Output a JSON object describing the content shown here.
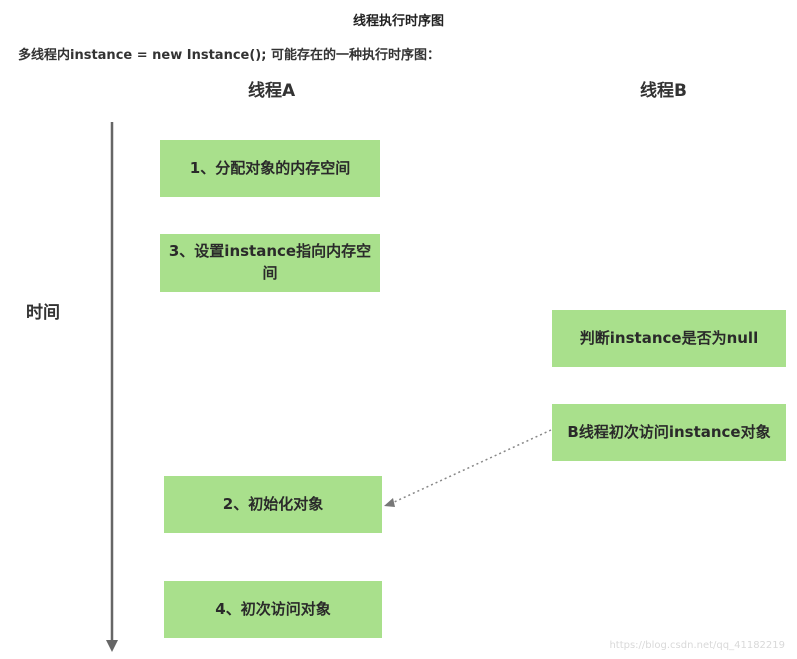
{
  "diagram": {
    "title": "线程执行时序图",
    "subtitle": "多线程内instance = new Instance(); 可能存在的一种执行时序图：",
    "columns": {
      "thread_a": "线程A",
      "thread_b": "线程B"
    },
    "time_axis_label": "时间",
    "thread_a_steps": {
      "step1": "1、分配对象的内存空间",
      "step3": "3、设置instance指向内存空间",
      "step2": "2、初始化对象",
      "step4": "4、初次访问对象"
    },
    "thread_b_steps": {
      "check": "判断instance是否为null",
      "access": "B线程初次访问instance对象"
    },
    "colors": {
      "box_fill": "#a9e08c",
      "axis": "#666666",
      "arrow": "#888888"
    },
    "watermark": "https://blog.csdn.net/qq_41182219"
  }
}
